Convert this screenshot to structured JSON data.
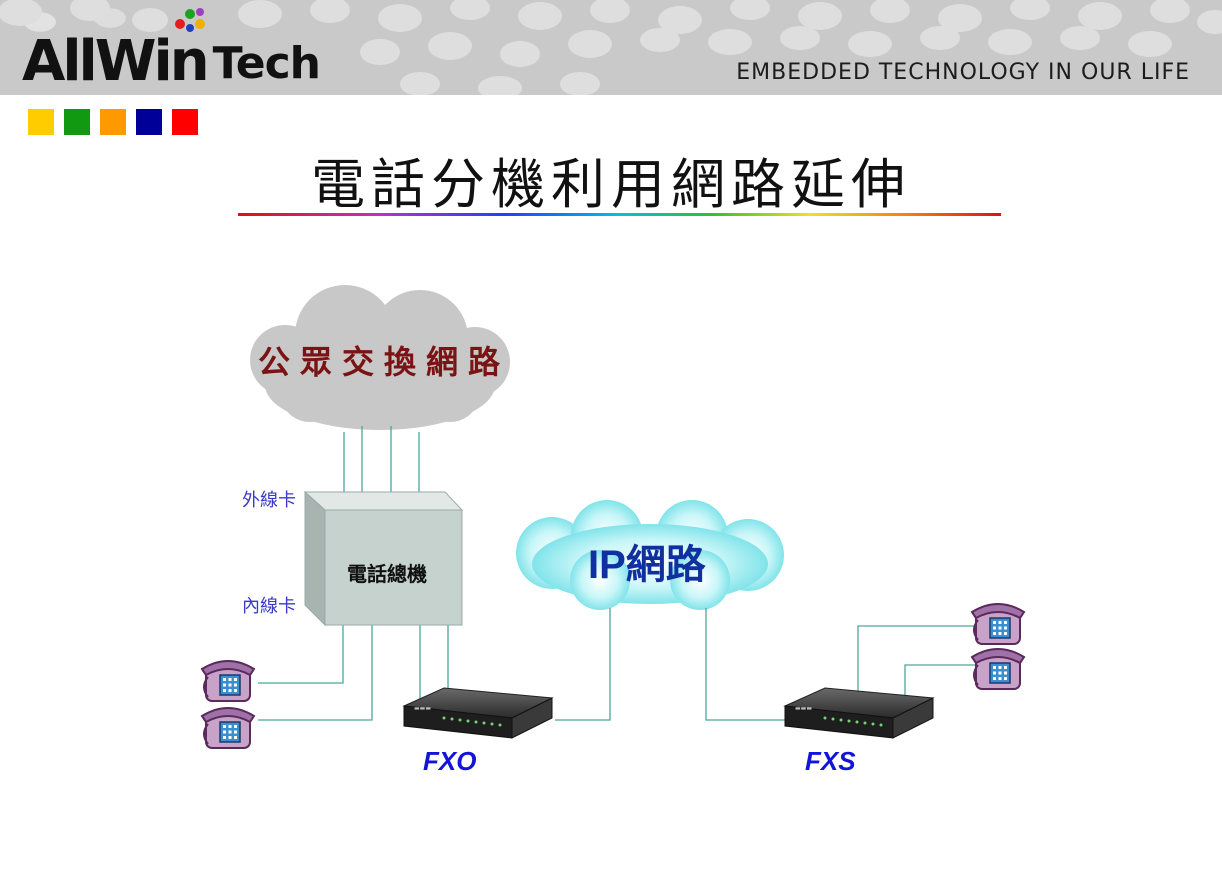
{
  "header": {
    "logo_main": "AllWin",
    "logo_sub": "Tech",
    "tagline": "EMBEDDED TECHNOLOGY IN OUR LIFE"
  },
  "color_squares": [
    "#ffcc00",
    "#119911",
    "#ff9900",
    "#000099",
    "#ff0000"
  ],
  "title": "電話分機利用網路延伸",
  "diagram": {
    "pstn_cloud_label": "公眾交換網路",
    "ip_cloud_label": "IP網路",
    "pbx_label": "電話總機",
    "trunk_card_label": "外線卡",
    "extension_card_label": "內線卡",
    "fxo_label": "FXO",
    "fxs_label": "FXS"
  },
  "colors": {
    "line": "#4aa89a",
    "pstn_cloud": "#c8c8c8",
    "ip_cloud": "#8ee8ee",
    "pbx_box": "#c6d2ce",
    "phone": "#c8a0c8"
  },
  "icons": [
    "telephone-icon",
    "gateway-device-icon",
    "cloud-icon",
    "pbx-box-icon"
  ]
}
